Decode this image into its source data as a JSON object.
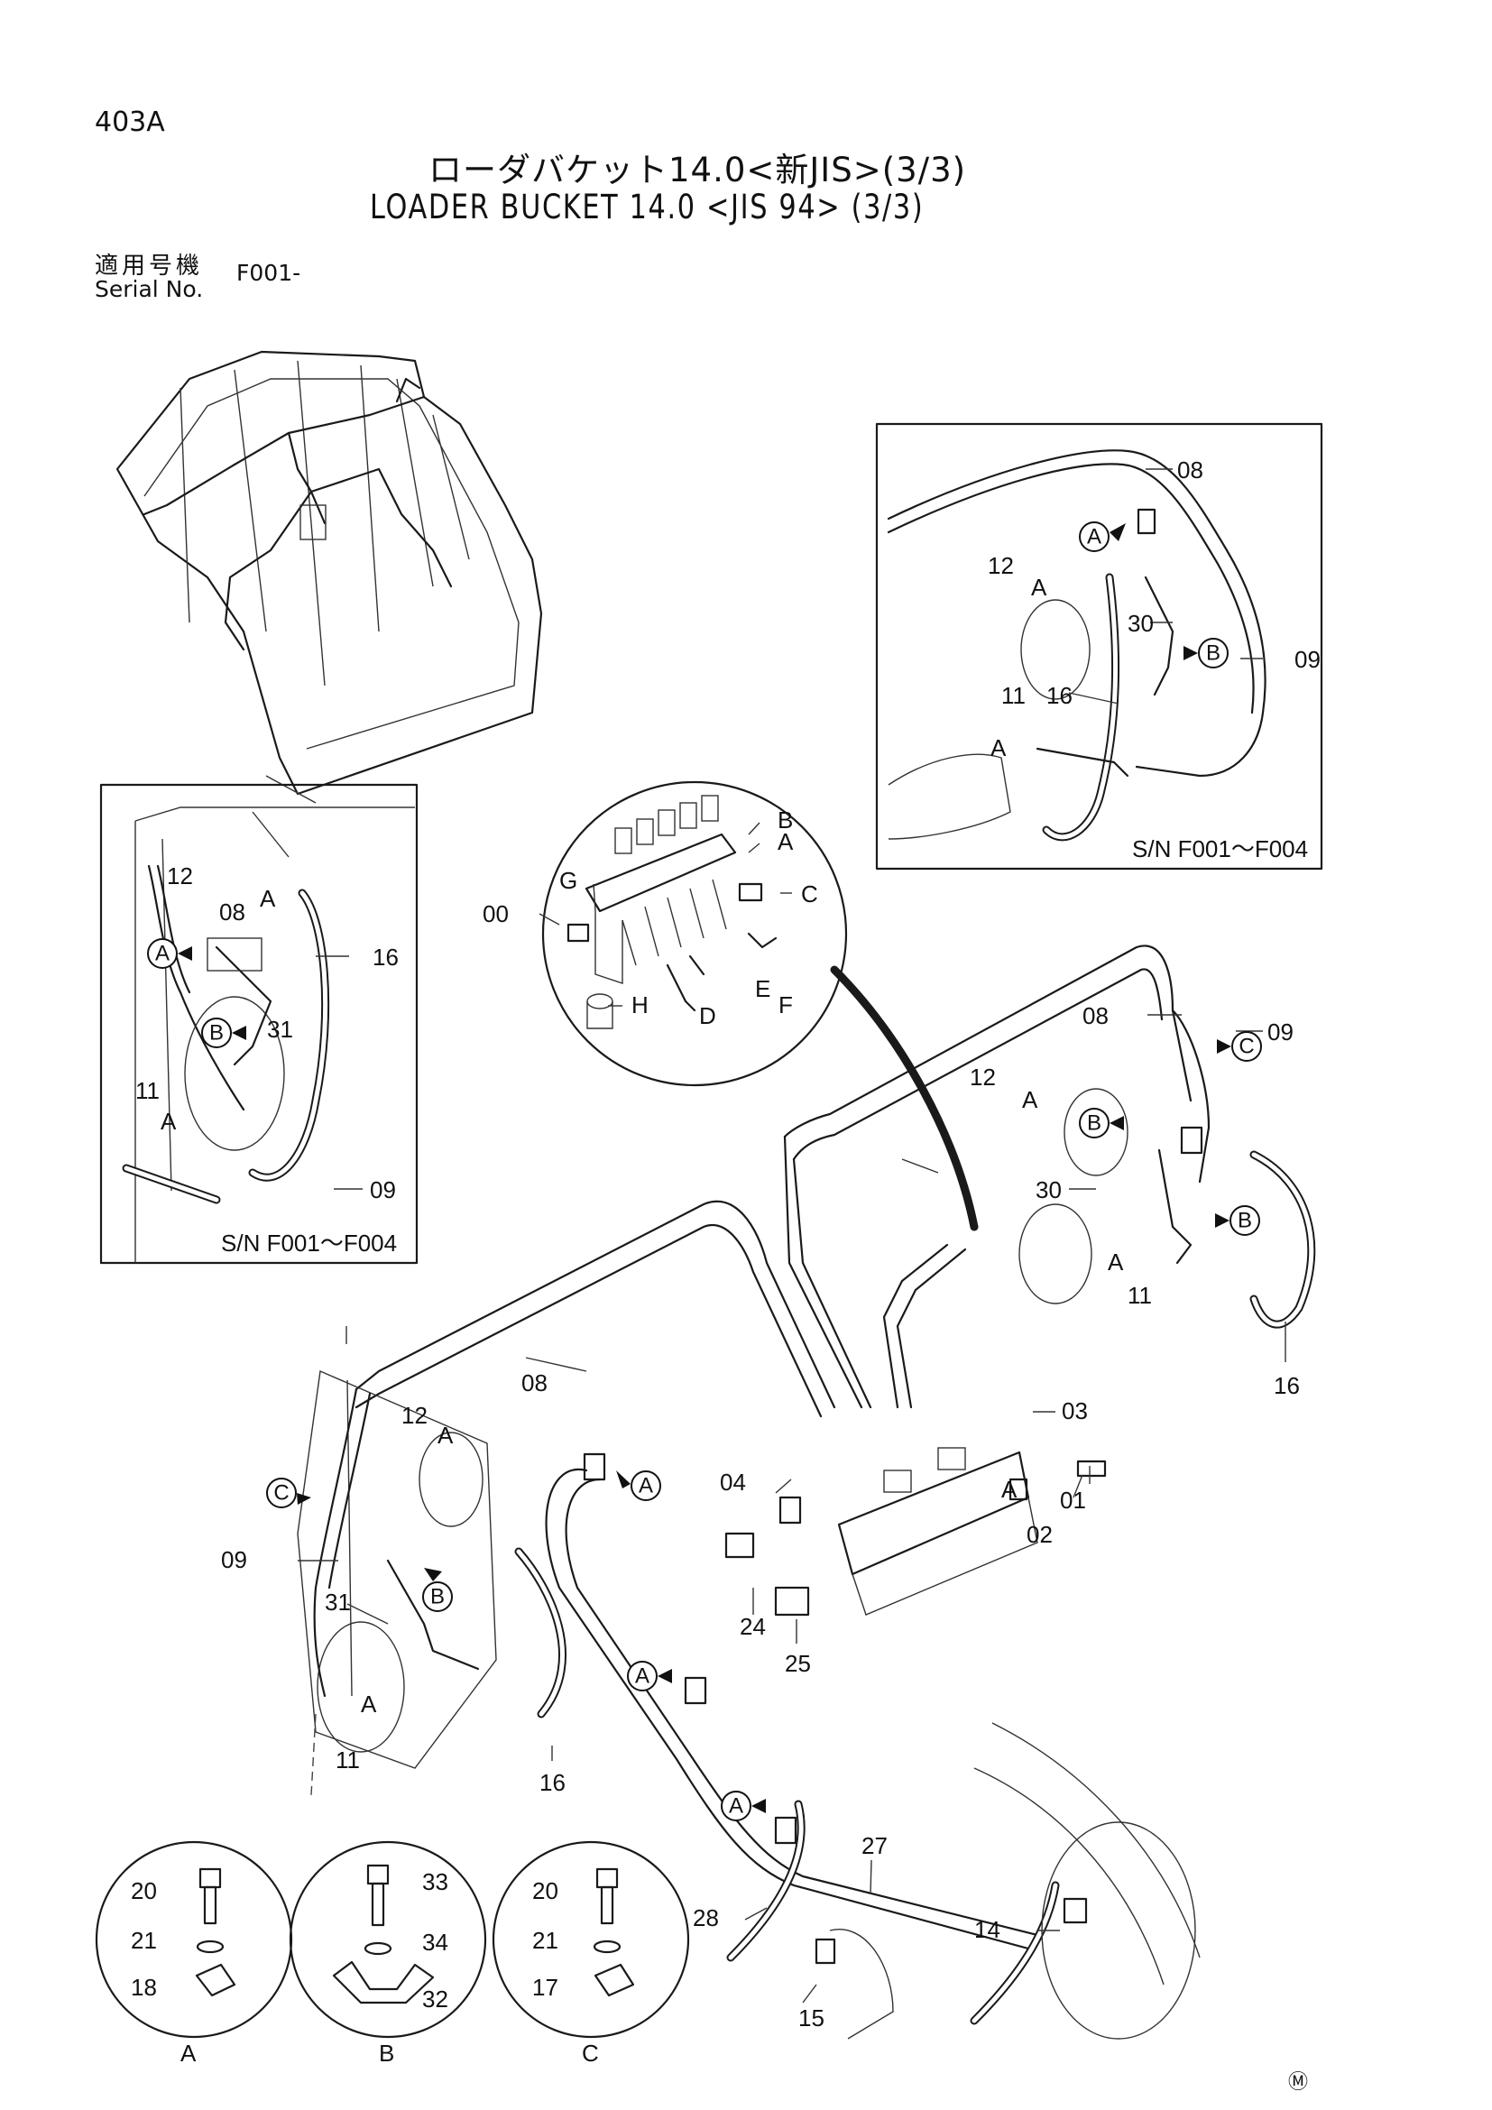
{
  "header": {
    "page_code": "403A",
    "title_ja": "ローダバケット14.0<新JIS>(3/3)",
    "title_en": "LOADER BUCKET 14.0 <JIS 94> (3/3)",
    "serial_label_ja": "適用号機",
    "serial_label_en": "Serial No.",
    "serial_value": "F001-"
  },
  "insets": {
    "top_right_sn": "S/N  F001～F004",
    "left_sn": "S/N  F001～F004"
  },
  "part_labels": {
    "p00": "00",
    "p01": "01",
    "p02": "02",
    "p03": "03",
    "p04": "04",
    "p08": "08",
    "p09": "09",
    "p11": "11",
    "p12": "12",
    "p14": "14",
    "p15": "15",
    "p16": "16",
    "p17": "17",
    "p18": "18",
    "p20": "20",
    "p21": "21",
    "p24": "24",
    "p25": "25",
    "p27": "27",
    "p28": "28",
    "p30": "30",
    "p31": "31",
    "p32": "32",
    "p33": "33",
    "p34": "34"
  },
  "letter_labels": {
    "A": "A",
    "B": "B",
    "C": "C",
    "D": "D",
    "E": "E",
    "F": "F",
    "G": "G",
    "H": "H"
  },
  "detail_captions": [
    "A",
    "B",
    "C"
  ],
  "corner_mark": "Ⓜ"
}
